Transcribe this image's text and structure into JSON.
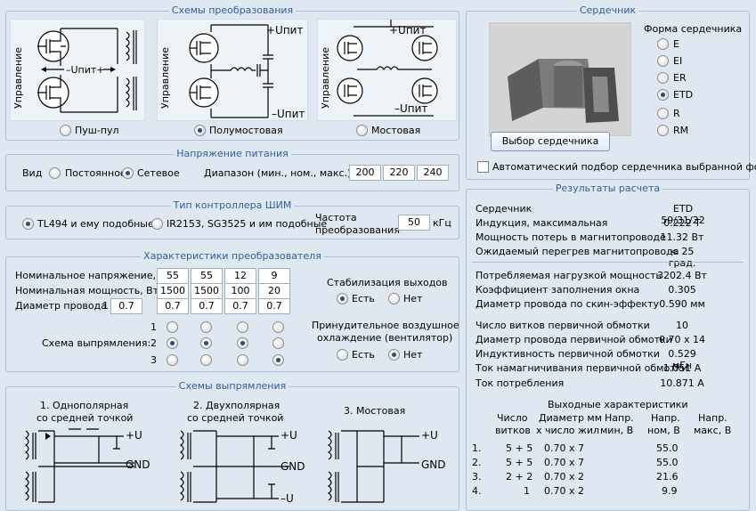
{
  "schemes": {
    "title": "Схемы преобразования",
    "control_label": "Управление",
    "pushpull": {
      "label": "Пуш-пул",
      "selected": false,
      "supply": "–Uпит+"
    },
    "halfbridge": {
      "label": "Полумостовая",
      "selected": true,
      "plus": "+Uпит",
      "minus": "–Uпит"
    },
    "bridge": {
      "label": "Мостовая",
      "selected": false,
      "plus": "+Uпит",
      "minus": "–Uпит"
    }
  },
  "supply": {
    "title": "Напряжение питания",
    "kind_label": "Вид",
    "options": [
      {
        "label": "Постоянное",
        "selected": false
      },
      {
        "label": "Сетевое",
        "selected": true
      }
    ],
    "range_label": "Диапазон (мин., ном., макс.), В",
    "range": [
      "200",
      "220",
      "240"
    ]
  },
  "pwm": {
    "title": "Тип контроллера ШИМ",
    "options": [
      {
        "label": "TL494 и ему подобные",
        "selected": true
      },
      {
        "label": "IR2153, SG3525 и им подобные",
        "selected": false
      }
    ],
    "freq_label_1": "Частота",
    "freq_label_2": "преобразования",
    "freq_value": "50",
    "freq_unit": "кГц"
  },
  "converter": {
    "title": "Характеристики преобразователя",
    "voltage_label": "Номинальное напряжение, В",
    "voltages": [
      "55",
      "55",
      "12",
      "9"
    ],
    "power_label": "Номинальная мощность, Вт",
    "powers": [
      "1500",
      "1500",
      "100",
      "20"
    ],
    "wire_label": "Диаметр провода",
    "wire_primary_index": "1",
    "wire_primary": "0.7",
    "wires": [
      "0.7",
      "0.7",
      "0.7",
      "0.7"
    ],
    "rect_label": "Схема выпрямления:",
    "rect_rows": [
      "1",
      "2",
      "3"
    ],
    "rect_selected": [
      2,
      2,
      2,
      3
    ],
    "stab_label": "Стабилизация выходов",
    "stab_options": [
      {
        "label": "Есть",
        "selected": true
      },
      {
        "label": "Нет",
        "selected": false
      }
    ],
    "fan_label_1": "Принудительное воздушное",
    "fan_label_2": "охлаждение (вентилятор)",
    "fan_options": [
      {
        "label": "Есть",
        "selected": false
      },
      {
        "label": "Нет",
        "selected": true
      }
    ]
  },
  "rectifiers": {
    "title": "Схемы выпрямления",
    "items": [
      {
        "title_1": "1. Однополярная",
        "title_2": "со средней точкой"
      },
      {
        "title_1": "2. Двухполярная",
        "title_2": "со средней точкой"
      },
      {
        "title_1": "3. Мостовая",
        "title_2": ""
      }
    ],
    "plus": "+U",
    "minus": "–U",
    "gnd": "GND"
  },
  "core": {
    "title": "Сердечник",
    "form_label": "Форма сердечника",
    "forms": [
      {
        "label": "E",
        "selected": false
      },
      {
        "label": "EI",
        "selected": false
      },
      {
        "label": "ER",
        "selected": false
      },
      {
        "label": "ETD",
        "selected": true
      },
      {
        "label": "R",
        "selected": false
      },
      {
        "label": "RM",
        "selected": false
      }
    ],
    "select_button": "Выбор сердечника",
    "auto_label": "Автоматический подбор сердечника выбранной формы",
    "auto_checked": false
  },
  "results": {
    "title": "Результаты расчета",
    "rows": [
      {
        "label": "Сердечник",
        "value": "ETD 59/31/22"
      },
      {
        "label": "Индукция, максимальная",
        "value": "0.222 Т"
      },
      {
        "label": "Мощность потерь в магнитопроводе",
        "value": "11.32 Вт"
      },
      {
        "label": "Ожидаемый перегрев магнитопровода",
        "value": "< 25 град."
      },
      {
        "label": "Потребляемая нагрузкой мощность",
        "value": "3202.4 Вт"
      },
      {
        "label": "Коэффициент заполнения окна",
        "value": "0.305"
      },
      {
        "label": "Диаметр провода по скин-эффекту",
        "value": "0.590 мм"
      },
      {
        "label": "Число витков первичной обмотки",
        "value": "10"
      },
      {
        "label": "Диаметр провода первичной обмотки",
        "value": "0.70 x 14"
      },
      {
        "label": "Индуктивность первичной обмотки",
        "value": "0.529 мГн"
      },
      {
        "label": "Ток намагничивания первичной обмотки",
        "value": "1.051 А"
      },
      {
        "label": "Ток потребления",
        "value": "10.871 А"
      }
    ],
    "outputs_title": "Выходные характеристики",
    "columns": [
      {
        "l1": "Число",
        "l2": "витков"
      },
      {
        "l1": "Диаметр мм",
        "l2": "x число жил"
      },
      {
        "l1": "Напр.",
        "l2": "мин, В"
      },
      {
        "l1": "Напр.",
        "l2": "ном, В"
      },
      {
        "l1": "Напр.",
        "l2": "макс, В"
      }
    ],
    "outputs": [
      {
        "n": "1.",
        "turns": "5 + 5",
        "wire": "0.70 x 7",
        "vmin": "",
        "vnom": "55.0",
        "vmax": ""
      },
      {
        "n": "2.",
        "turns": "5 + 5",
        "wire": "0.70 x 7",
        "vmin": "",
        "vnom": "55.0",
        "vmax": ""
      },
      {
        "n": "3.",
        "turns": "2 + 2",
        "wire": "0.70 x 2",
        "vmin": "",
        "vnom": "21.6",
        "vmax": ""
      },
      {
        "n": "4.",
        "turns": "1",
        "wire": "0.70 x 2",
        "vmin": "",
        "vnom": "9.9",
        "vmax": ""
      }
    ]
  }
}
